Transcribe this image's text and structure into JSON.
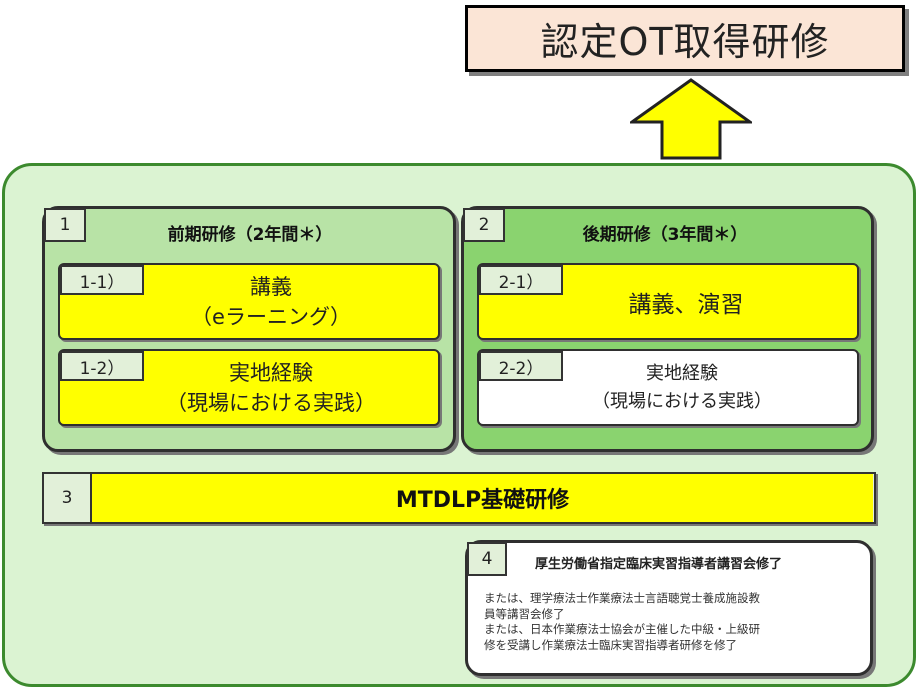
{
  "target": {
    "label": "認定OT取得研修"
  },
  "phase1": {
    "num": "1",
    "title": "前期研修（2年間＊）",
    "items": [
      {
        "num": "1-1）",
        "line1": "講義",
        "line2": "（eラーニング）"
      },
      {
        "num": "1-2）",
        "line1": "実地経験",
        "line2": "（現場における実践）"
      }
    ]
  },
  "phase2": {
    "num": "2",
    "title": "後期研修（3年間＊）",
    "items": [
      {
        "num": "2-1）",
        "line1": "講義、演習"
      },
      {
        "num": "2-2）",
        "line1": "実地経験",
        "line2": "（現場における実践）"
      }
    ]
  },
  "mtdlp": {
    "num": "3",
    "label": "MTDLP基礎研修"
  },
  "req4": {
    "num": "4",
    "title": "厚生労働省指定臨床実習指導者講習会修了",
    "lines": [
      "または、理学療法士作業療法士言語聴覚士養成施設教",
      "員等講習会修了",
      "または、日本作業療法士協会が主催した中級・上級研",
      "修を受講し作業療法士臨床実習指導者研修を修了"
    ]
  },
  "colors": {
    "yellow": "#ffff00",
    "outer_border": "#3c8a2e",
    "target_fill": "#fbe5d6"
  }
}
